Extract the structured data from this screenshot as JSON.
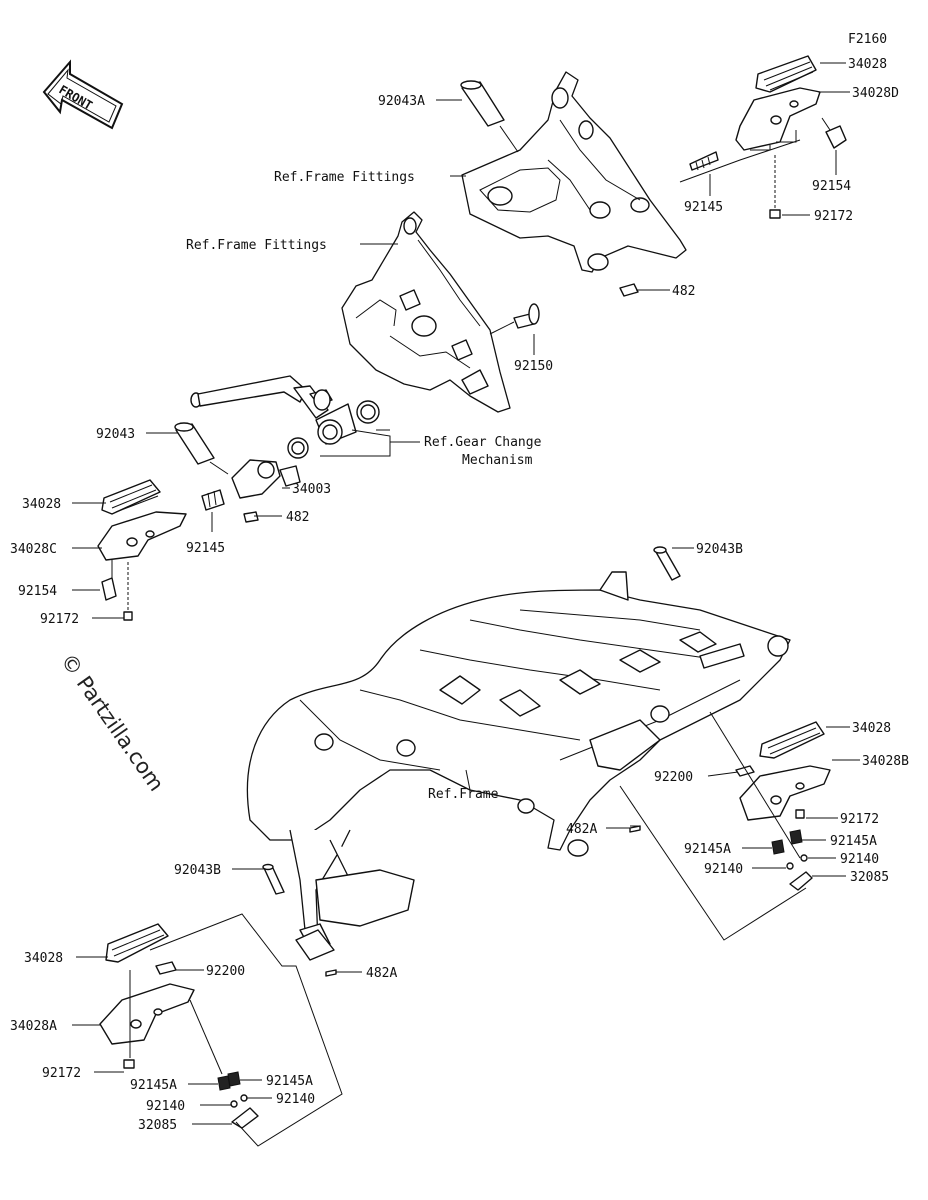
{
  "diagram_code": "F2160",
  "front_label": "FRONT",
  "watermark": "© Partzilla.com",
  "labels": {
    "l_34028_a": "34028",
    "l_34028D": "34028D",
    "l_92043A": "92043A",
    "l_ref_frame_fittings_1": "Ref.Frame Fittings",
    "l_92145_a": "92145",
    "l_92154_a": "92154",
    "l_92172_a": "92172",
    "l_ref_frame_fittings_2": "Ref.Frame Fittings",
    "l_482_a": "482",
    "l_92150": "92150",
    "l_92043": "92043",
    "l_ref_gear_1": "Ref.Gear Change",
    "l_ref_gear_2": "Mechanism",
    "l_34028_b": "34028",
    "l_34003": "34003",
    "l_482_b": "482",
    "l_34028C": "34028C",
    "l_92145_b": "92145",
    "l_92154_b": "92154",
    "l_92172_b": "92172",
    "l_92043B_a": "92043B",
    "l_34028_c": "34028",
    "l_34028B": "34028B",
    "l_92200_a": "92200",
    "l_92172_c": "92172",
    "l_ref_frame": "Ref.Frame",
    "l_482A_a": "482A",
    "l_92145A_a": "92145A",
    "l_92145A_b": "92145A",
    "l_92140_a": "92140",
    "l_92140_b": "92140",
    "l_32085_a": "32085",
    "l_92043B_b": "92043B",
    "l_34028_d": "34028",
    "l_92200_b": "92200",
    "l_482A_b": "482A",
    "l_34028A": "34028A",
    "l_92172_d": "92172",
    "l_92145A_c": "92145A",
    "l_92145A_d": "92145A",
    "l_92140_c": "92140",
    "l_92140_d": "92140",
    "l_32085_b": "32085"
  }
}
